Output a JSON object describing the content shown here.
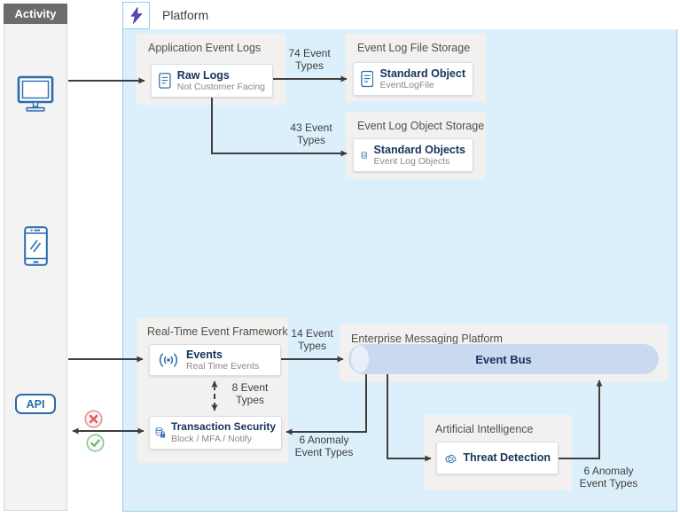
{
  "activity": {
    "title": "Activity",
    "api_label": "API"
  },
  "platform": {
    "title": "Platform"
  },
  "containers": {
    "app_event_logs": {
      "title": "Application Event Logs"
    },
    "file_storage": {
      "title": "Event Log File Storage"
    },
    "object_storage": {
      "title": "Event Log Object Storage"
    },
    "rtef": {
      "title": "Real-Time Event Framework"
    },
    "emp": {
      "title": "Enterprise Messaging Platform"
    },
    "ai": {
      "title": "Artificial Intelligence"
    }
  },
  "cards": {
    "raw_logs": {
      "title": "Raw Logs",
      "subtitle": "Not Customer Facing"
    },
    "standard_object": {
      "title": "Standard Object",
      "subtitle": "EventLogFile"
    },
    "standard_objects": {
      "title": "Standard Objects",
      "subtitle": "Event Log Objects"
    },
    "events": {
      "title": "Events",
      "subtitle": "Real Time Events"
    },
    "transaction_security": {
      "title": "Transaction Security",
      "subtitle": "Block / MFA / Notify"
    },
    "threat_detection": {
      "title": "Threat Detection"
    },
    "event_bus": {
      "title": "Event Bus"
    }
  },
  "edge_labels": {
    "e74": [
      "74 Event",
      "Types"
    ],
    "e43": [
      "43 Event",
      "Types"
    ],
    "e14": [
      "14 Event",
      "Types"
    ],
    "e8": [
      "8 Event",
      "Types"
    ],
    "anomaly_to_ts": [
      "6 Anomaly",
      "Event Types"
    ],
    "anomaly_to_bus": [
      "6 Anomaly",
      "Event Types"
    ]
  },
  "colors": {
    "navy": "#16325c",
    "icon_blue": "#2a6bab",
    "platform_fill": "#dcf0fb",
    "platform_border": "#8ecfee",
    "container_fill": "#f2f1f0",
    "bus_fill": "#c9daf0",
    "arrow": "#3e3e3c",
    "error_red": "#dd605c",
    "success_green": "#64ad68",
    "bolt_purple": "#5848c2",
    "activity_header_gray": "#6c6c6c"
  }
}
